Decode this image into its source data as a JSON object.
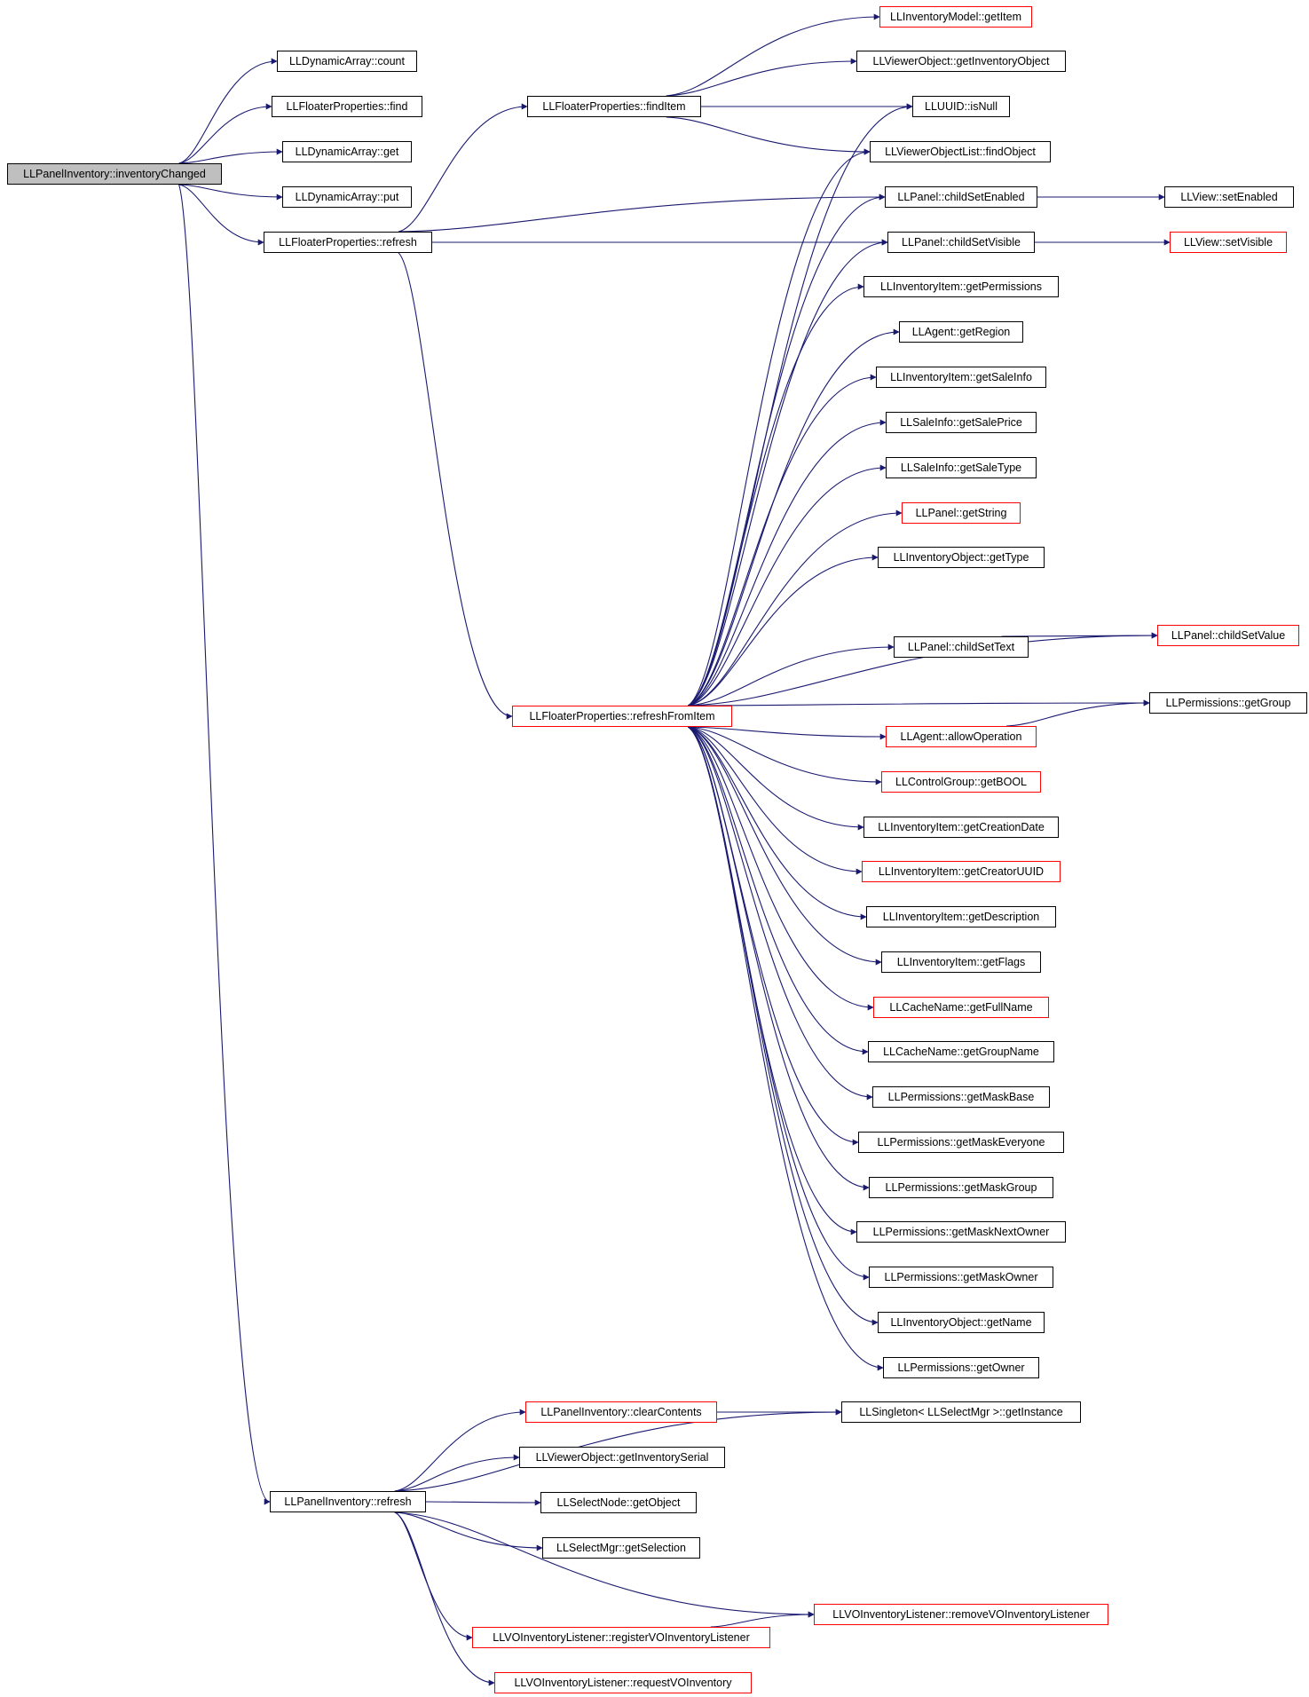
{
  "colors": {
    "edge": "#191970",
    "arrowhead": "#191970",
    "node_border": "#000000",
    "truncated_node_border": "#ff0000",
    "root_fill": "#bfbfbf"
  },
  "nodes": [
    {
      "id": "root",
      "label": "LLPanelInventory::inventoryChanged",
      "root": true
    },
    {
      "id": "da_count",
      "label": "LLDynamicArray::count"
    },
    {
      "id": "fp_find",
      "label": "LLFloaterProperties::find"
    },
    {
      "id": "da_get",
      "label": "LLDynamicArray::get"
    },
    {
      "id": "da_put",
      "label": "LLDynamicArray::put"
    },
    {
      "id": "fp_refresh",
      "label": "LLFloaterProperties::refresh"
    },
    {
      "id": "fp_finditem",
      "label": "LLFloaterProperties::findItem"
    },
    {
      "id": "fp_rfi",
      "label": "LLFloaterProperties::refreshFromItem",
      "truncated": true
    },
    {
      "id": "pi_refresh",
      "label": "LLPanelInventory::refresh"
    },
    {
      "id": "im_getitem",
      "label": "LLInventoryModel::getItem",
      "truncated": true
    },
    {
      "id": "vo_getinvobj",
      "label": "LLViewerObject::getInventoryObject"
    },
    {
      "id": "uuid_isnull",
      "label": "LLUUID::isNull"
    },
    {
      "id": "vol_findobj",
      "label": "LLViewerObjectList::findObject"
    },
    {
      "id": "p_cse",
      "label": "LLPanel::childSetEnabled"
    },
    {
      "id": "v_setenabled",
      "label": "LLView::setEnabled"
    },
    {
      "id": "p_csv",
      "label": "LLPanel::childSetVisible"
    },
    {
      "id": "v_setvisible",
      "label": "LLView::setVisible",
      "truncated": true
    },
    {
      "id": "ii_getperms",
      "label": "LLInventoryItem::getPermissions"
    },
    {
      "id": "ag_getregion",
      "label": "LLAgent::getRegion"
    },
    {
      "id": "ii_getsaleinfo",
      "label": "LLInventoryItem::getSaleInfo"
    },
    {
      "id": "si_getsaleprice",
      "label": "LLSaleInfo::getSalePrice"
    },
    {
      "id": "si_getsaletype",
      "label": "LLSaleInfo::getSaleType"
    },
    {
      "id": "p_getstring",
      "label": "LLPanel::getString",
      "truncated": true
    },
    {
      "id": "io_gettype",
      "label": "LLInventoryObject::getType"
    },
    {
      "id": "p_childsettext",
      "label": "LLPanel::childSetText"
    },
    {
      "id": "p_childsetvalue",
      "label": "LLPanel::childSetValue",
      "truncated": true
    },
    {
      "id": "perm_getgroup",
      "label": "LLPermissions::getGroup"
    },
    {
      "id": "ag_allowop",
      "label": "LLAgent::allowOperation",
      "truncated": true
    },
    {
      "id": "cg_getbool",
      "label": "LLControlGroup::getBOOL",
      "truncated": true
    },
    {
      "id": "ii_creationdate",
      "label": "LLInventoryItem::getCreationDate"
    },
    {
      "id": "ii_creatoruuid",
      "label": "LLInventoryItem::getCreatorUUID",
      "truncated": true
    },
    {
      "id": "ii_desc",
      "label": "LLInventoryItem::getDescription"
    },
    {
      "id": "ii_flags",
      "label": "LLInventoryItem::getFlags"
    },
    {
      "id": "cn_fullname",
      "label": "LLCacheName::getFullName",
      "truncated": true
    },
    {
      "id": "cn_groupname",
      "label": "LLCacheName::getGroupName"
    },
    {
      "id": "perm_maskbase",
      "label": "LLPermissions::getMaskBase"
    },
    {
      "id": "perm_maskeveryone",
      "label": "LLPermissions::getMaskEveryone"
    },
    {
      "id": "perm_maskgroup",
      "label": "LLPermissions::getMaskGroup"
    },
    {
      "id": "perm_masknext",
      "label": "LLPermissions::getMaskNextOwner"
    },
    {
      "id": "perm_maskowner",
      "label": "LLPermissions::getMaskOwner"
    },
    {
      "id": "io_getname",
      "label": "LLInventoryObject::getName"
    },
    {
      "id": "perm_getowner",
      "label": "LLPermissions::getOwner"
    },
    {
      "id": "pi_clear",
      "label": "LLPanelInventory::clearContents",
      "truncated": true
    },
    {
      "id": "sing_getinst",
      "label": "LLSingleton< LLSelectMgr >::getInstance"
    },
    {
      "id": "vo_getserial",
      "label": "LLViewerObject::getInventorySerial"
    },
    {
      "id": "sn_getobject",
      "label": "LLSelectNode::getObject"
    },
    {
      "id": "sm_getsel",
      "label": "LLSelectMgr::getSelection"
    },
    {
      "id": "voil_remove",
      "label": "LLVOInventoryListener::removeVOInventoryListener",
      "truncated": true
    },
    {
      "id": "voil_register",
      "label": "LLVOInventoryListener::registerVOInventoryListener",
      "truncated": true
    },
    {
      "id": "voil_request",
      "label": "LLVOInventoryListener::requestVOInventory",
      "truncated": true
    }
  ],
  "edges": [
    [
      "root",
      "da_count"
    ],
    [
      "root",
      "fp_find"
    ],
    [
      "root",
      "da_get"
    ],
    [
      "root",
      "da_put"
    ],
    [
      "root",
      "fp_refresh"
    ],
    [
      "root",
      "pi_refresh"
    ],
    [
      "fp_refresh",
      "fp_finditem"
    ],
    [
      "fp_refresh",
      "p_cse"
    ],
    [
      "fp_refresh",
      "p_csv"
    ],
    [
      "fp_refresh",
      "fp_rfi"
    ],
    [
      "fp_finditem",
      "im_getitem"
    ],
    [
      "fp_finditem",
      "vo_getinvobj"
    ],
    [
      "fp_finditem",
      "uuid_isnull"
    ],
    [
      "fp_finditem",
      "vol_findobj"
    ],
    [
      "p_cse",
      "v_setenabled"
    ],
    [
      "p_csv",
      "v_setvisible"
    ],
    [
      "fp_rfi",
      "uuid_isnull"
    ],
    [
      "fp_rfi",
      "vol_findobj"
    ],
    [
      "fp_rfi",
      "p_cse"
    ],
    [
      "fp_rfi",
      "p_csv"
    ],
    [
      "fp_rfi",
      "ii_getperms"
    ],
    [
      "fp_rfi",
      "ag_getregion"
    ],
    [
      "fp_rfi",
      "ii_getsaleinfo"
    ],
    [
      "fp_rfi",
      "si_getsaleprice"
    ],
    [
      "fp_rfi",
      "si_getsaletype"
    ],
    [
      "fp_rfi",
      "p_getstring"
    ],
    [
      "fp_rfi",
      "io_gettype"
    ],
    [
      "fp_rfi",
      "p_childsetvalue"
    ],
    [
      "fp_rfi",
      "p_childsettext"
    ],
    [
      "p_childsettext",
      "p_childsetvalue"
    ],
    [
      "fp_rfi",
      "perm_getgroup"
    ],
    [
      "fp_rfi",
      "ag_allowop"
    ],
    [
      "ag_allowop",
      "perm_getgroup"
    ],
    [
      "fp_rfi",
      "cg_getbool"
    ],
    [
      "fp_rfi",
      "ii_creationdate"
    ],
    [
      "fp_rfi",
      "ii_creatoruuid"
    ],
    [
      "fp_rfi",
      "ii_desc"
    ],
    [
      "fp_rfi",
      "ii_flags"
    ],
    [
      "fp_rfi",
      "cn_fullname"
    ],
    [
      "fp_rfi",
      "cn_groupname"
    ],
    [
      "fp_rfi",
      "perm_maskbase"
    ],
    [
      "fp_rfi",
      "perm_maskeveryone"
    ],
    [
      "fp_rfi",
      "perm_maskgroup"
    ],
    [
      "fp_rfi",
      "perm_masknext"
    ],
    [
      "fp_rfi",
      "perm_maskowner"
    ],
    [
      "fp_rfi",
      "io_getname"
    ],
    [
      "fp_rfi",
      "perm_getowner"
    ],
    [
      "pi_refresh",
      "sing_getinst"
    ],
    [
      "pi_refresh",
      "pi_clear"
    ],
    [
      "pi_clear",
      "sing_getinst"
    ],
    [
      "pi_refresh",
      "vo_getserial"
    ],
    [
      "pi_refresh",
      "sn_getobject"
    ],
    [
      "pi_refresh",
      "sm_getsel"
    ],
    [
      "pi_refresh",
      "voil_remove"
    ],
    [
      "pi_refresh",
      "voil_register"
    ],
    [
      "voil_register",
      "voil_remove"
    ],
    [
      "pi_refresh",
      "voil_request"
    ]
  ]
}
